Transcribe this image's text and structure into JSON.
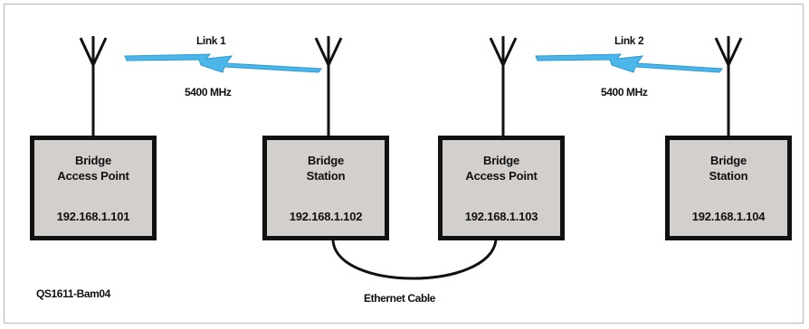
{
  "diagram": {
    "links": [
      {
        "name": "Link 1",
        "frequency": "5400 MHz"
      },
      {
        "name": "Link 2",
        "frequency": "5400 MHz"
      }
    ],
    "devices": [
      {
        "name_line1": "Bridge",
        "name_line2": "Access Point",
        "ip": "192.168.1.101"
      },
      {
        "name_line1": "Bridge",
        "name_line2": "Station",
        "ip": "192.168.1.102"
      },
      {
        "name_line1": "Bridge",
        "name_line2": "Access Point",
        "ip": "192.168.1.103"
      },
      {
        "name_line1": "Bridge",
        "name_line2": "Station",
        "ip": "192.168.1.104"
      }
    ],
    "cable_label": "Ethernet Cable",
    "figure_id": "QS1611-Bam04",
    "colors": {
      "device_fill": "#d3cfcc",
      "wireless_link": "#4db6e8",
      "outline": "#111111"
    }
  }
}
